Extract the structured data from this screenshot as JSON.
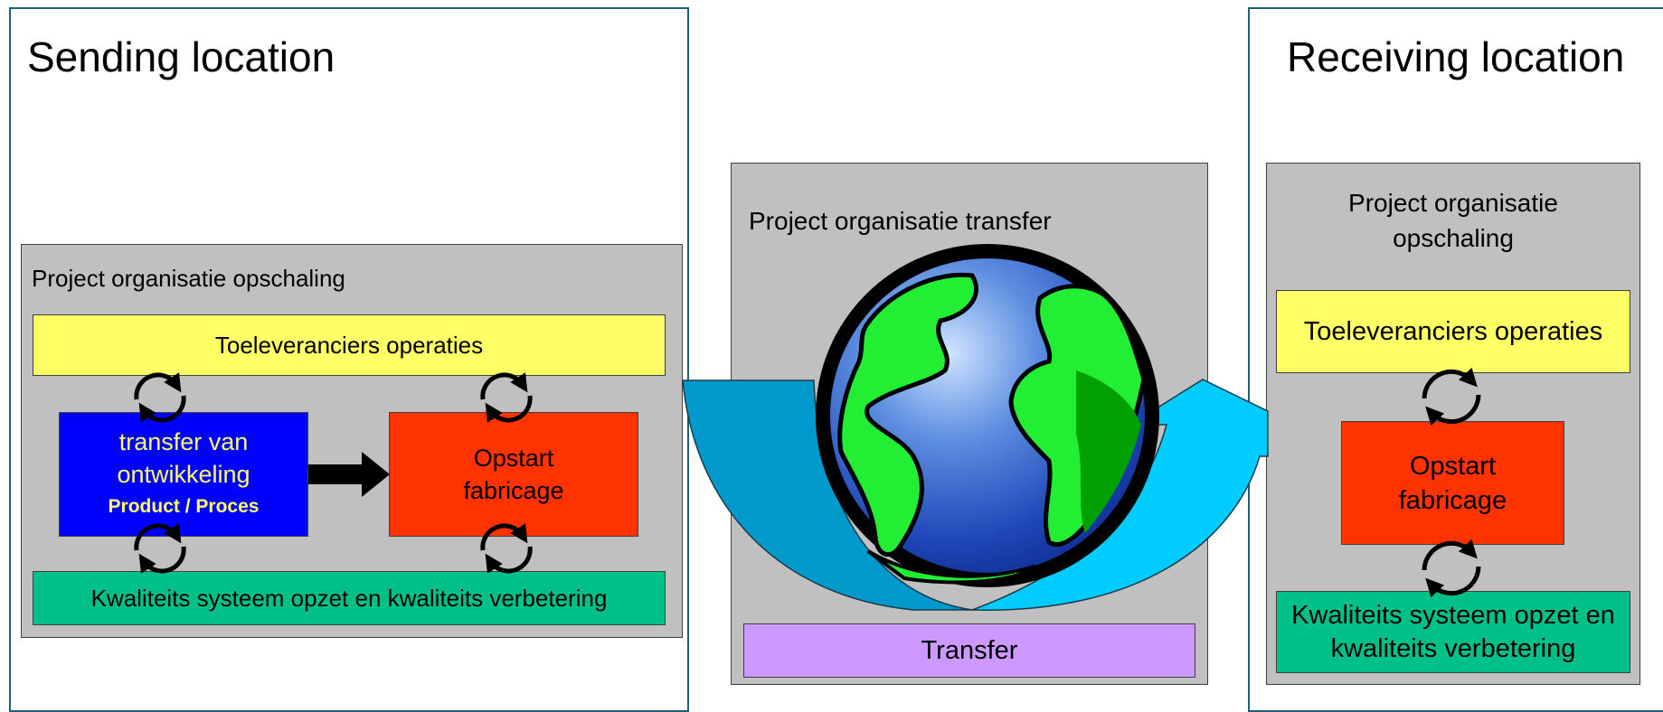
{
  "sending": {
    "title": "Sending location",
    "panel_title": "Project organisatie opschaling",
    "suppliers": "Toeleveranciers operaties",
    "transfer_line1": "transfer van",
    "transfer_line2": "ontwikkeling",
    "transfer_line3": "Product / Proces",
    "startup_line1": "Opstart",
    "startup_line2": "fabricage",
    "quality": "Kwaliteits systeem opzet en kwaliteits verbetering"
  },
  "middle": {
    "panel_title": "Project organisatie transfer",
    "transfer": "Transfer"
  },
  "receiving": {
    "title": "Receiving location",
    "panel_title_line1": "Project organisatie",
    "panel_title_line2": "opschaling",
    "suppliers": "Toeleveranciers operaties",
    "startup_line1": "Opstart",
    "startup_line2": "fabricage",
    "quality_line1": "Kwaliteits systeem opzet en",
    "quality_line2": "kwaliteits verbetering"
  },
  "colors": {
    "yellow": "#ffff66",
    "blue": "#0000ff",
    "red": "#ff3300",
    "green": "#00c08a",
    "purple": "#cc99ff",
    "gray": "#c0c0c0",
    "arrow_dark": "#0099cc",
    "arrow_light": "#00ccff"
  }
}
